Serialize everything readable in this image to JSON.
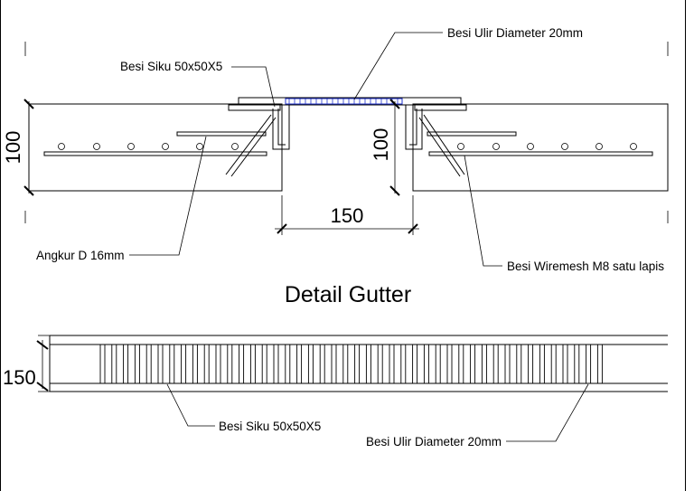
{
  "drawing": {
    "title": "Detail Gutter",
    "labels": {
      "besi_ulir_top": "Besi Ulir Diameter 20mm",
      "besi_siku_top": "Besi Siku 50x50X5",
      "angkur": "Angkur D 16mm",
      "wiremesh": "Besi Wiremesh M8 satu lapis",
      "besi_siku_bottom": "Besi Siku 50x50X5",
      "besi_ulir_bottom": "Besi Ulir Diameter 20mm"
    },
    "dimensions": {
      "slab_left": "100",
      "slab_right": "100",
      "gap_width": "150",
      "plan_width": "150"
    },
    "colors": {
      "line": "#000000",
      "hatch": "#555555",
      "grating": "#2233cc"
    }
  }
}
